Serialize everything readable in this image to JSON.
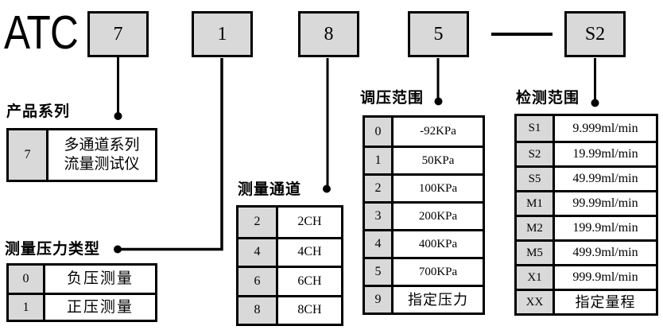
{
  "brand": "ATC",
  "code_boxes": [
    {
      "label": "7"
    },
    {
      "label": "1"
    },
    {
      "label": "8"
    },
    {
      "label": "5"
    },
    {
      "label": "S2"
    }
  ],
  "colors": {
    "box_fill": "#d9d9d9",
    "border": "#000000",
    "background": "#ffffff"
  },
  "sections": {
    "series": {
      "title": "产品系列",
      "rows": [
        {
          "code": "7",
          "value": "多通道系列\n流量测试仪"
        }
      ]
    },
    "pressure_type": {
      "title": "测量压力类型",
      "rows": [
        {
          "code": "0",
          "value": "负压测量"
        },
        {
          "code": "1",
          "value": "正压测量"
        }
      ]
    },
    "channels": {
      "title": "测量通道",
      "rows": [
        {
          "code": "2",
          "value": "2CH"
        },
        {
          "code": "4",
          "value": "4CH"
        },
        {
          "code": "6",
          "value": "6CH"
        },
        {
          "code": "8",
          "value": "8CH"
        }
      ]
    },
    "regulation": {
      "title": "调压范围",
      "rows": [
        {
          "code": "0",
          "value": "-92KPa"
        },
        {
          "code": "1",
          "value": "50KPa"
        },
        {
          "code": "2",
          "value": "100KPa"
        },
        {
          "code": "3",
          "value": "200KPa"
        },
        {
          "code": "4",
          "value": "400KPa"
        },
        {
          "code": "5",
          "value": "700KPa"
        },
        {
          "code": "9",
          "value": "指定压力"
        }
      ]
    },
    "detection": {
      "title": "检测范围",
      "rows": [
        {
          "code": "S1",
          "value": "9.999ml/min"
        },
        {
          "code": "S2",
          "value": "19.99ml/min"
        },
        {
          "code": "S5",
          "value": "49.99ml/min"
        },
        {
          "code": "M1",
          "value": "99.99ml/min"
        },
        {
          "code": "M2",
          "value": "199.9ml/min"
        },
        {
          "code": "M5",
          "value": "499.9ml/min"
        },
        {
          "code": "X1",
          "value": "999.9ml/min"
        },
        {
          "code": "XX",
          "value": "指定量程"
        }
      ]
    }
  }
}
